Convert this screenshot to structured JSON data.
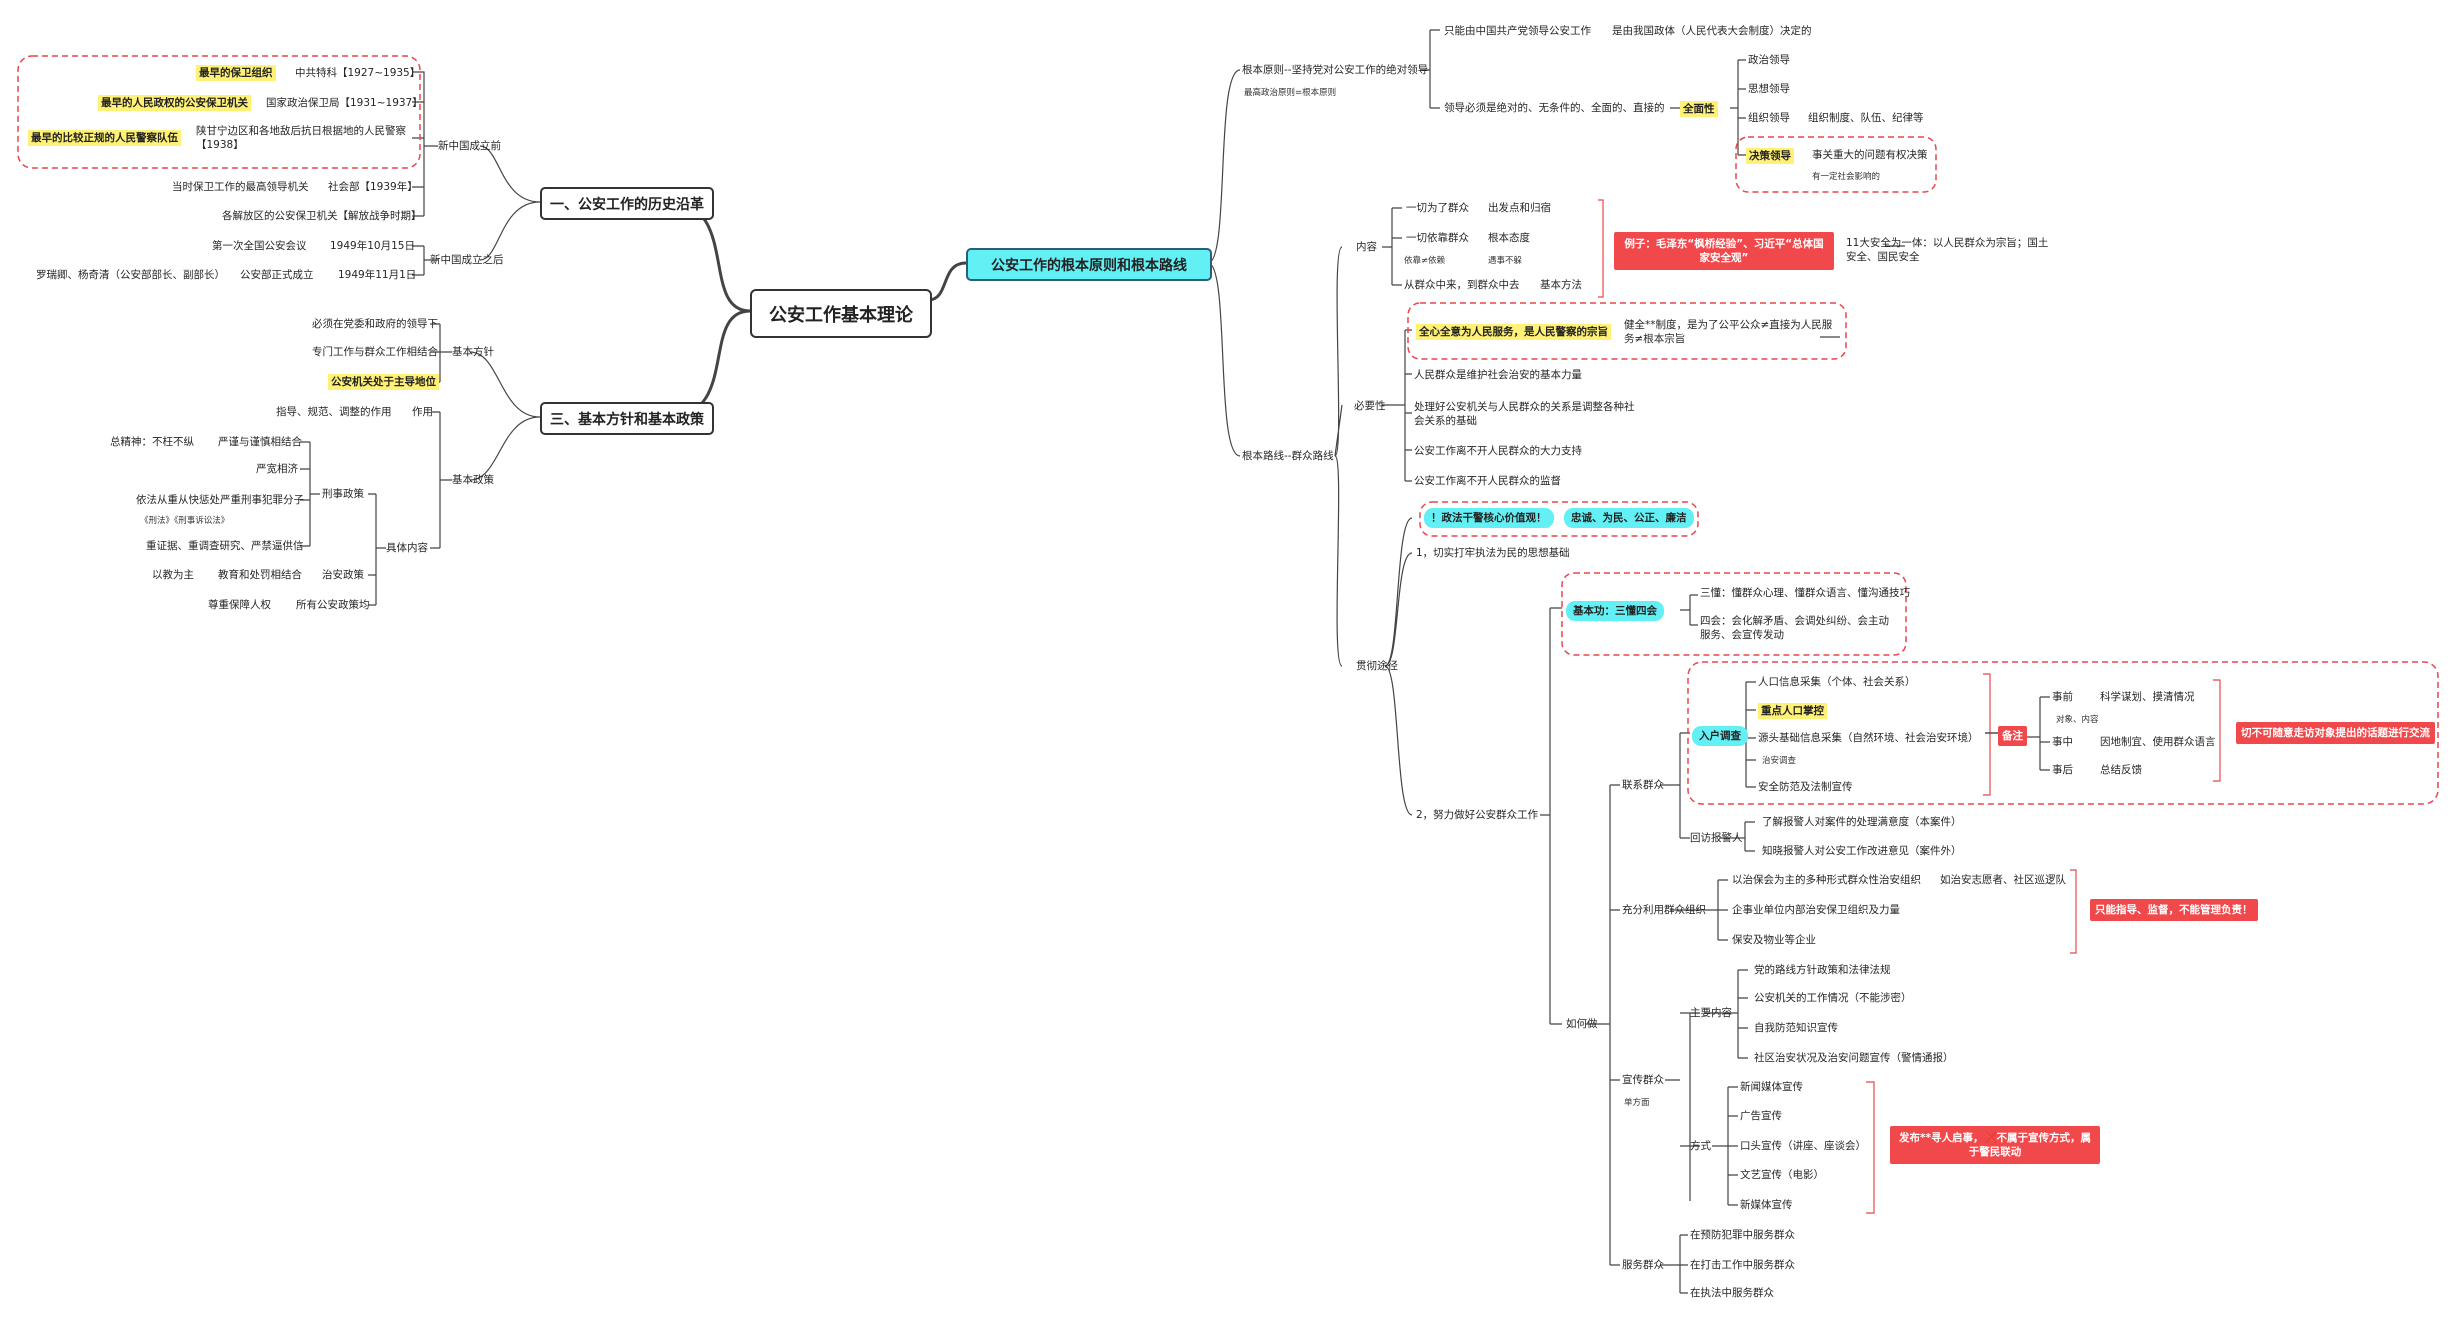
{
  "root": "公安工作基本理论",
  "b1": {
    "title": "一、公安工作的历史沿革",
    "pre": "新中国成立前",
    "hl1": "最早的保卫组织",
    "hl1_v": "中共特科【1927~1935】",
    "hl2": "最早的人民政权的公安保卫机关",
    "hl2_v": "国家政治保卫局【1931~1937】",
    "hl3": "最早的比较正规的人民警察队伍",
    "hl3_v": "陕甘宁边区和各地敌后抗日根据地的人民警察【1938】",
    "i4": "当时保卫工作的最高领导机关",
    "i4_v": "社会部【1939年】",
    "i5": "各解放区的公安保卫机关【解放战争时期】",
    "post": "新中国成立之后",
    "p1": "第一次全国公安会议",
    "p1_v": "1949年10月15日",
    "p2": "罗瑞卿、杨奇清（公安部部长、副部长）",
    "p2_m": "公安部正式成立",
    "p2_v": "1949年11月1日"
  },
  "b3": {
    "title": "三、基本方针和基本政策",
    "fz": "基本方针",
    "fz1": "必须在党委和政府的领导下",
    "fz2": "专门工作与群众工作相结合",
    "fz3": "公安机关处于主导地位",
    "zc": "基本政策",
    "zy": "作用",
    "zy1": "指导、规范、调整的作用",
    "jt": "具体内容",
    "xs": "刑事政策",
    "xs1": "总精神：不枉不纵",
    "xs1_v": "严谨与谨慎相结合",
    "xs2": "严宽相济",
    "xs3": "依法从重从快惩处严重刑事犯罪分子",
    "xs3_n": "《刑法》《刑事诉讼法》",
    "xs4": "重证据、重调查研究、严禁逼供信",
    "za": "治安政策",
    "za_v": "以教为主",
    "za_m": "教育和处罚相结合",
    "sy": "所有公安政策均",
    "sy_v": "尊重保障人权"
  },
  "b2": {
    "title": "公安工作的根本原则和根本路线",
    "yz": "根本原则--坚持党对公安工作的绝对领导",
    "yz_note": "最高政治原则=根本原则",
    "yz1": "只能由中国共产党领导公安工作",
    "yz1_v": "是由我国政体（人民代表大会制度）决定的",
    "yz2": "领导必须是绝对的、无条件的、全面的、直接的",
    "qm": "全面性",
    "qm1": "政治领导",
    "qm2": "思想领导",
    "qm3": "组织领导",
    "qm3_v": "组织制度、队伍、纪律等",
    "qm4": "决策领导",
    "qm4_v": "事关重大的问题有权决策",
    "qm4_n": "有一定社会影响的",
    "lx": "根本路线--群众路线",
    "nr": "内容",
    "nr1": "一切为了群众",
    "nr1_v": "出发点和归宿",
    "nr2": "一切依靠群众",
    "nr2_v": "根本态度",
    "nr2_n1": "依靠≠依赖",
    "nr2_n2": "遇事不躲",
    "nr3": "从群众中来，到群众中去",
    "nr3_v": "基本方法",
    "lz": "例子：毛泽东“枫桥经验”、习近平“总体国家安全观”",
    "lz_v": "11大安全为一体：以人民群众为宗旨；国土安全、国民安全",
    "by": "必要性",
    "by1": "全心全意为人民服务，是人民警察的宗旨",
    "by1_v": "健全**制度，是为了公平公众≠直接为人民服务≠根本宗旨",
    "by2": "人民群众是维护社会治安的基本力量",
    "by3": "处理好公安机关与人民群众的关系是调整各种社会关系的基础",
    "by4": "公安工作离不开人民群众的大力支持",
    "by5": "公安工作离不开人民群众的监督",
    "gc": "贯彻途径",
    "gc0": "！政法干警核心价值观！",
    "gc0_v": "忠诚、为民、公正、廉洁",
    "gc1": "1，切实打牢执法为民的思想基础",
    "gc2": "2，努力做好公安群众工作",
    "jb": "基本功：三懂四会",
    "jb1": "三懂：懂群众心理、懂群众语言、懂沟通技巧",
    "jb2": "四会：会化解矛盾、会调处纠纷、会主动服务、会宣传发动",
    "rh": "如何做",
    "lxqz": "联系群众",
    "rhdc": "入户调查",
    "rh1": "人口信息采集（个体、社会关系）",
    "rh2": "重点人口掌控",
    "rh3": "源头基础信息采集（自然环境、社会治安环境）",
    "rh3_n": "治安调查",
    "rh4": "安全防范及法制宣传",
    "bz": "备注",
    "bz1": "事前",
    "bz1_v": "科学谋划、摸清情况",
    "bz1_n": "对象、内容",
    "bz2": "事中",
    "bz2_v": "因地制宜、使用群众语言",
    "bz3": "事后",
    "bz3_v": "总结反馈",
    "bz_tip": "切不可随意走访对象提出的话题进行交流",
    "hf": "回访报警人",
    "hf1": "了解报警人对案件的处理满意度（本案件）",
    "hf2": "知晓报警人对公安工作改进意见（案件外）",
    "zz": "充分利用群众组织",
    "zz1": "以治保会为主的多种形式群众性治安组织",
    "zz1_v": "如治安志愿者、社区巡逻队",
    "zz2": "企事业单位内部治安保卫组织及力量",
    "zz3": "保安及物业等企业",
    "zz_tip": "只能指导、监督，不能管理负责！",
    "xc": "宣传群众",
    "xc_n": "单方面",
    "zynr": "主要内容",
    "zynr1": "党的路线方针政策和法律法规",
    "zynr2": "公安机关的工作情况（不能涉密）",
    "zynr3": "自我防范知识宣传",
    "zynr4": "社区治安状况及治安问题宣传（警情通报）",
    "fs": "方式",
    "fs1": "新闻媒体宣传",
    "fs2": "广告宣传",
    "fs3": "口头宣传（讲座、座谈会）",
    "fs4": "文艺宣传（电影）",
    "fs5": "新媒体宣传",
    "fs_tip": "发布**寻人启事，❌不属于宣传方式，属于警民联动",
    "fw": "服务群众",
    "fw1": "在预防犯罪中服务群众",
    "fw2": "在打击工作中服务群众",
    "fw3": "在执法中服务群众"
  },
  "colors": {
    "highlight": "#fff176",
    "cyan": "#63f0f5",
    "red": "#f1484b",
    "line": "#333333"
  }
}
